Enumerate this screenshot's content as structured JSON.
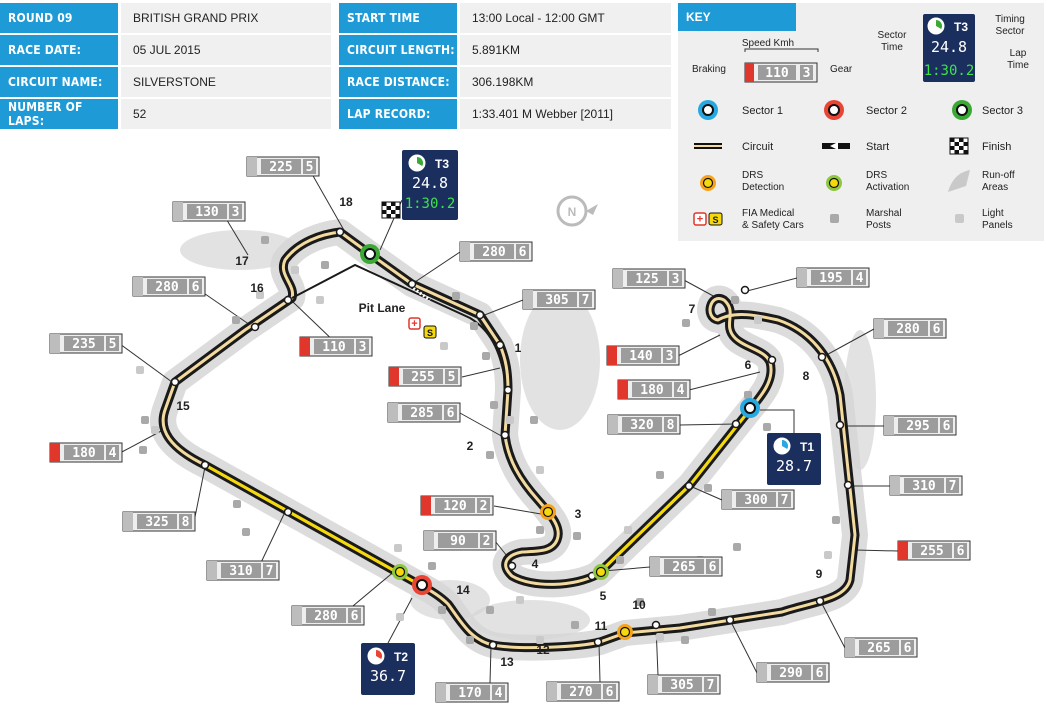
{
  "info_rows": [
    {
      "label": "ROUND 09",
      "value": "BRITISH GRAND PRIX"
    },
    {
      "label": "RACE DATE:",
      "value": "05 JUL 2015"
    },
    {
      "label": "CIRCUIT NAME:",
      "value": "SILVERSTONE"
    },
    {
      "label": "NUMBER OF LAPS:",
      "value": "52"
    },
    {
      "label": "START TIME",
      "value": "13:00 Local - 12:00 GMT"
    },
    {
      "label": "CIRCUIT LENGTH:",
      "value": "5.891KM"
    },
    {
      "label": "RACE DISTANCE:",
      "value": "306.198KM"
    },
    {
      "label": "LAP RECORD:",
      "value": "1:33.401 M Webber [2011]"
    }
  ],
  "key": {
    "title": "KEY",
    "speed_label": "Speed Kmh",
    "braking_label": "Braking",
    "gear_label": "Gear",
    "example_speed": "110",
    "example_gear": "3",
    "sector_time_label_1": "Sector",
    "sector_time_label_2": "Time",
    "timing_sector_1": "Timing",
    "timing_sector_2": "Sector",
    "lap_time_1": "Lap",
    "lap_time_2": "Time",
    "example_sector": "T3",
    "example_sector_time": "24.8",
    "example_lap_time": "1:30.2",
    "sector1": "Sector 1",
    "sector2": "Sector 2",
    "sector3": "Sector 3",
    "circuit": "Circuit",
    "start": "Start",
    "finish": "Finish",
    "drs_detection_1": "DRS",
    "drs_detection_2": "Detection",
    "drs_activation_1": "DRS",
    "drs_activation_2": "Activation",
    "runoff_1": "Run-off",
    "runoff_2": "Areas",
    "medical_1": "FIA Medical",
    "medical_2": "& Safety Cars",
    "marshal_1": "Marshal",
    "marshal_2": "Posts",
    "light_1": "Light",
    "light_2": "Panels"
  },
  "map": {
    "pit_lane": "Pit Lane",
    "corners": [
      "1",
      "2",
      "3",
      "4",
      "5",
      "6",
      "7",
      "8",
      "9",
      "10",
      "11",
      "12",
      "13",
      "14",
      "15",
      "16",
      "17",
      "18"
    ],
    "speed_boxes": [
      {
        "speed": "225",
        "gear": "5",
        "braking": false
      },
      {
        "speed": "130",
        "gear": "3",
        "braking": false
      },
      {
        "speed": "280",
        "gear": "6",
        "braking": false
      },
      {
        "speed": "235",
        "gear": "5",
        "braking": false
      },
      {
        "speed": "180",
        "gear": "4",
        "braking": true
      },
      {
        "speed": "325",
        "gear": "8",
        "braking": false
      },
      {
        "speed": "310",
        "gear": "7",
        "braking": false
      },
      {
        "speed": "280",
        "gear": "6",
        "braking": false
      },
      {
        "speed": "110",
        "gear": "3",
        "braking": true
      },
      {
        "speed": "280",
        "gear": "6",
        "braking": false
      },
      {
        "speed": "305",
        "gear": "7",
        "braking": false
      },
      {
        "speed": "255",
        "gear": "5",
        "braking": true
      },
      {
        "speed": "285",
        "gear": "6",
        "braking": false
      },
      {
        "speed": "120",
        "gear": "2",
        "braking": true
      },
      {
        "speed": "90",
        "gear": "2",
        "braking": false
      },
      {
        "speed": "125",
        "gear": "3",
        "braking": false
      },
      {
        "speed": "195",
        "gear": "4",
        "braking": false
      },
      {
        "speed": "140",
        "gear": "3",
        "braking": true
      },
      {
        "speed": "180",
        "gear": "4",
        "braking": true
      },
      {
        "speed": "320",
        "gear": "8",
        "braking": false
      },
      {
        "speed": "280",
        "gear": "6",
        "braking": false
      },
      {
        "speed": "295",
        "gear": "6",
        "braking": false
      },
      {
        "speed": "310",
        "gear": "7",
        "braking": false
      },
      {
        "speed": "300",
        "gear": "7",
        "braking": false
      },
      {
        "speed": "265",
        "gear": "6",
        "braking": false
      },
      {
        "speed": "255",
        "gear": "6",
        "braking": true
      },
      {
        "speed": "265",
        "gear": "6",
        "braking": false
      },
      {
        "speed": "290",
        "gear": "6",
        "braking": false
      },
      {
        "speed": "305",
        "gear": "7",
        "braking": false
      },
      {
        "speed": "270",
        "gear": "6",
        "braking": false
      },
      {
        "speed": "170",
        "gear": "4",
        "braking": false
      }
    ],
    "sector_boxes": [
      {
        "sector": "T3",
        "time": "24.8",
        "lap": "1:30.2"
      },
      {
        "sector": "T1",
        "time": "28.7"
      },
      {
        "sector": "T2",
        "time": "36.7"
      }
    ]
  },
  "colors": {
    "accent": "#1e9bd7",
    "navy": "#1b2f5e",
    "lcd_green": "#3ee04a",
    "braking_red": "#e1362b",
    "drs_yellow": "#f5d90a",
    "sector1": "#27a8e0",
    "sector2": "#e94535",
    "sector3": "#3aa935",
    "runoff": "#d6d6d6"
  }
}
